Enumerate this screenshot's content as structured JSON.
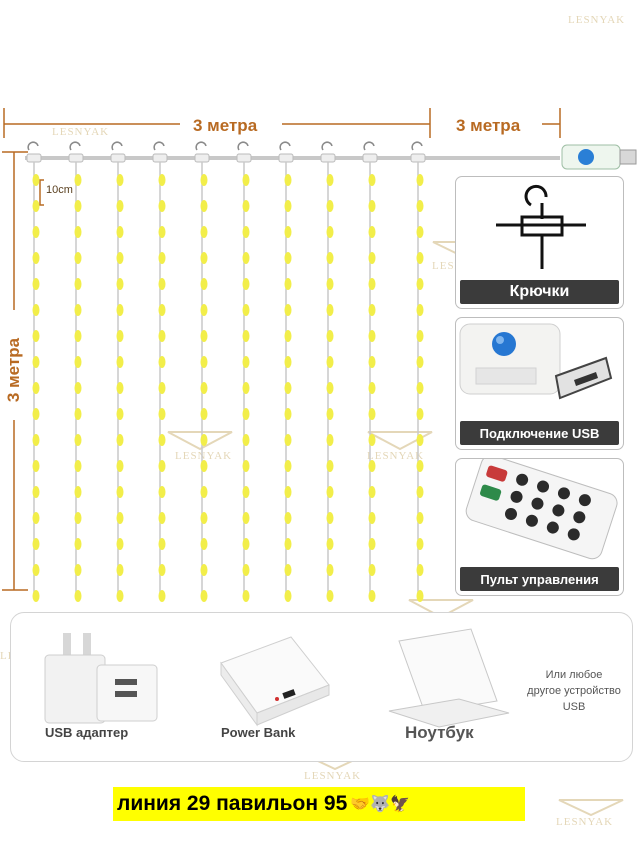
{
  "dimensions": {
    "width_top": "3 метра",
    "cable_top": "3 метра",
    "height_left": "3 метра",
    "spacing": "10cm"
  },
  "watermark": "LESNYAK",
  "panels": {
    "hooks_caption": "Крючки",
    "usb_caption": "Подключение USB",
    "remote_caption": "Пульт управления"
  },
  "power_sources": {
    "adapter": "USB адаптер",
    "powerbank": "Power Bank",
    "laptop": "Ноутбук",
    "any_device_line1": "Или любое",
    "any_device_line2": "другое устройство",
    "any_device_line3": "USB"
  },
  "banner": {
    "text": "линия 29 павильон 95",
    "emojis": "🤝🐺🦅"
  },
  "colors": {
    "led": "#f2ee4a",
    "label": "#b86a22",
    "banner_bg": "#ffff00"
  }
}
